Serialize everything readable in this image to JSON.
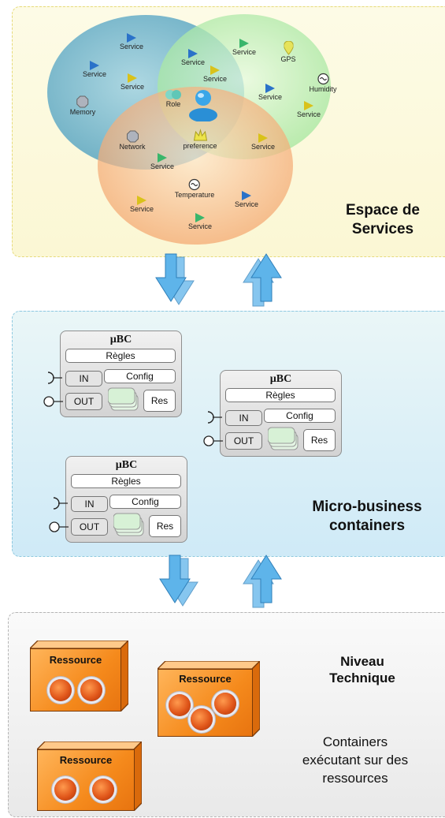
{
  "services_layer": {
    "title_line1": "Espace de",
    "title_line2": "Services",
    "labels": {
      "service": "Service",
      "gps": "GPS",
      "humidity": "Humidity",
      "role": "Role",
      "memory": "Memory",
      "network": "Network",
      "preference": "preference",
      "temperature": "Temperature"
    },
    "colors": {
      "blue_circle": "#5aa6c2",
      "green_circle": "#a9e8a3",
      "orange_circle": "#f5a56a"
    }
  },
  "micro_layer": {
    "title_line1": "Micro-business",
    "title_line2": "containers",
    "container": {
      "title": "µBC",
      "rules": "Règles",
      "in": "IN",
      "out": "OUT",
      "config": "Config",
      "res": "Res"
    }
  },
  "tech_layer": {
    "title_line1": "Niveau",
    "title_line2": "Technique",
    "desc_line1": "Containers",
    "desc_line2": "exécutant sur des",
    "desc_line3": "ressources",
    "resource_label": "Ressource"
  },
  "colors": {
    "arrow_blue": "#4ea8e0",
    "resource_orange": "#f58a1c"
  }
}
